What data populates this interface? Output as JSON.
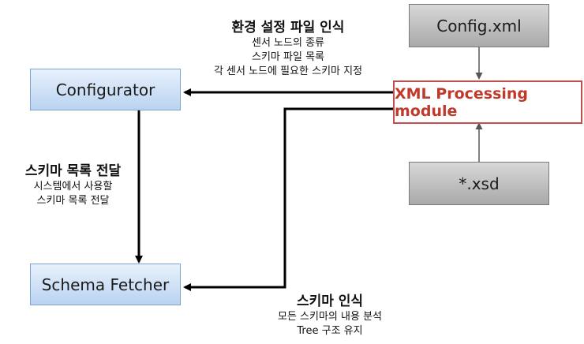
{
  "nodes": {
    "config_xml": "Config.xml",
    "xsd": "*.xsd",
    "xml_module": "XML Processing module",
    "configurator": "Configurator",
    "schema_fetcher": "Schema Fetcher"
  },
  "labels": {
    "env_config": {
      "title": "환경 설정 파일 인식",
      "lines": [
        "센서 노드의 종류",
        "스키마 파일 목록",
        "각 센서 노드에 필요한 스키마 지정"
      ]
    },
    "schema_list": {
      "title": "스키마 목록 전달",
      "lines": [
        "시스템에서 사용할",
        "스키마 목록 전달"
      ]
    },
    "schema_recog": {
      "title": "스키마 인식",
      "lines": [
        "모든 스키마의 내용 분석",
        "Tree 구조 유지"
      ]
    }
  },
  "colors": {
    "xml_border": "#c0504d",
    "xml_text": "#c0392b",
    "blue_box": "#b9d3f1",
    "grey_box": "#a9a9a9"
  }
}
